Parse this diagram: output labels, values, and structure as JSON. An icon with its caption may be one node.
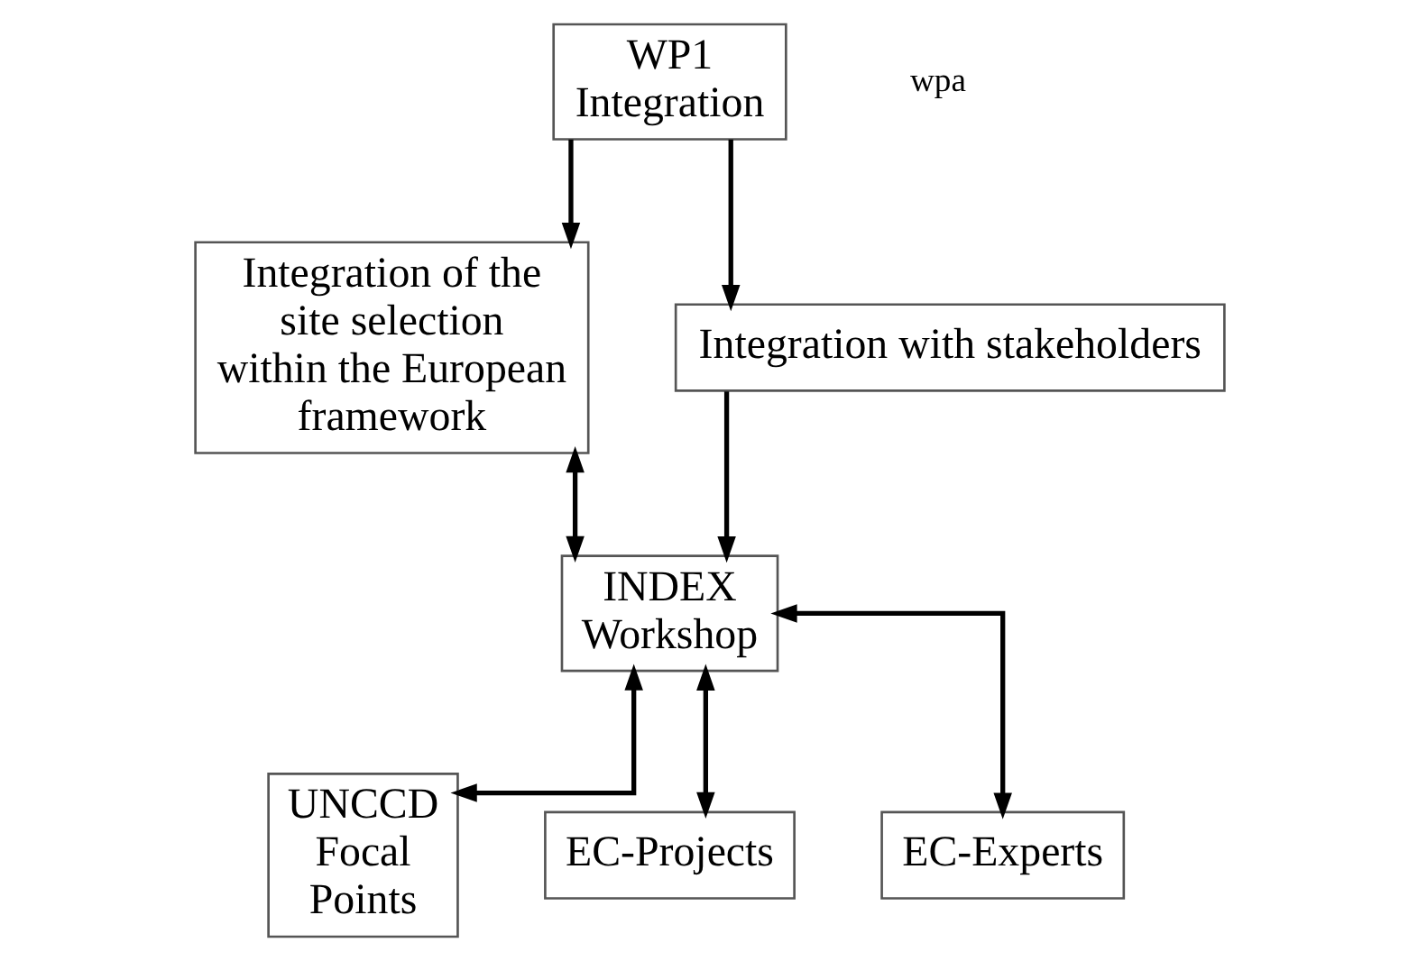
{
  "diagram": {
    "nodes": [
      {
        "text": [
          "WP1 Integration"
        ]
      },
      {
        "text": [
          "Integration of the site selection within the European framework"
        ]
      },
      {
        "text": [
          "Integration with stakeholders"
        ]
      },
      {
        "text": [
          "INDEX Workshop"
        ]
      },
      {
        "text": [
          "UNCCD Focal Points"
        ]
      },
      {
        "text": [
          "EC-Projects"
        ]
      },
      {
        "text": [
          "EC-Experts"
        ]
      }
    ],
    "edges": [
      {
        "from": 0,
        "to": 1,
        "arrow": "to"
      },
      {
        "from": 0,
        "to": 2,
        "arrow": "to"
      },
      {
        "from": 2,
        "to": 3,
        "arrow": "to"
      },
      {
        "from": 1,
        "to": 3,
        "arrow": "both"
      },
      {
        "from": 3,
        "to": 4,
        "arrow": "both"
      },
      {
        "from": 3,
        "to": 5,
        "arrow": "both"
      },
      {
        "from": 3,
        "to": 6,
        "arrow": "both"
      }
    ],
    "labels": [
      "wpa"
    ]
  }
}
